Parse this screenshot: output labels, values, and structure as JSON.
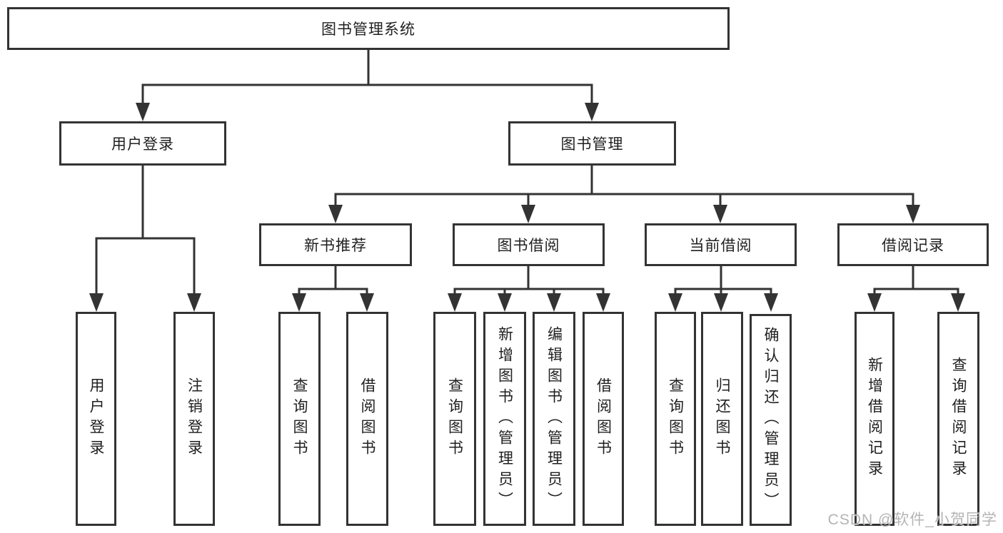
{
  "tree": {
    "root": "图书管理系统",
    "user_login": {
      "label": "用户登录",
      "children": [
        "用户登录",
        "注销登录"
      ]
    },
    "book_mgmt": {
      "label": "图书管理"
    },
    "new_books": {
      "label": "新书推荐",
      "children": [
        "查询图书",
        "借阅图书"
      ]
    },
    "book_borrow": {
      "label": "图书借阅",
      "children": [
        "查询图书",
        "新增图书（管理员）",
        "编辑图书（管理员）",
        "借阅图书"
      ]
    },
    "current_borrow": {
      "label": "当前借阅",
      "children": [
        "查询图书",
        "归还图书",
        "确认归还（管理员）"
      ]
    },
    "borrow_records": {
      "label": "借阅记录",
      "children": [
        "新增借阅记录",
        "查询借阅记录"
      ]
    }
  },
  "watermark": "CSDN @软件_小贺同学",
  "colors": {
    "line": "#333333",
    "text": "#1f1f1f",
    "watermark": "#acacac"
  }
}
